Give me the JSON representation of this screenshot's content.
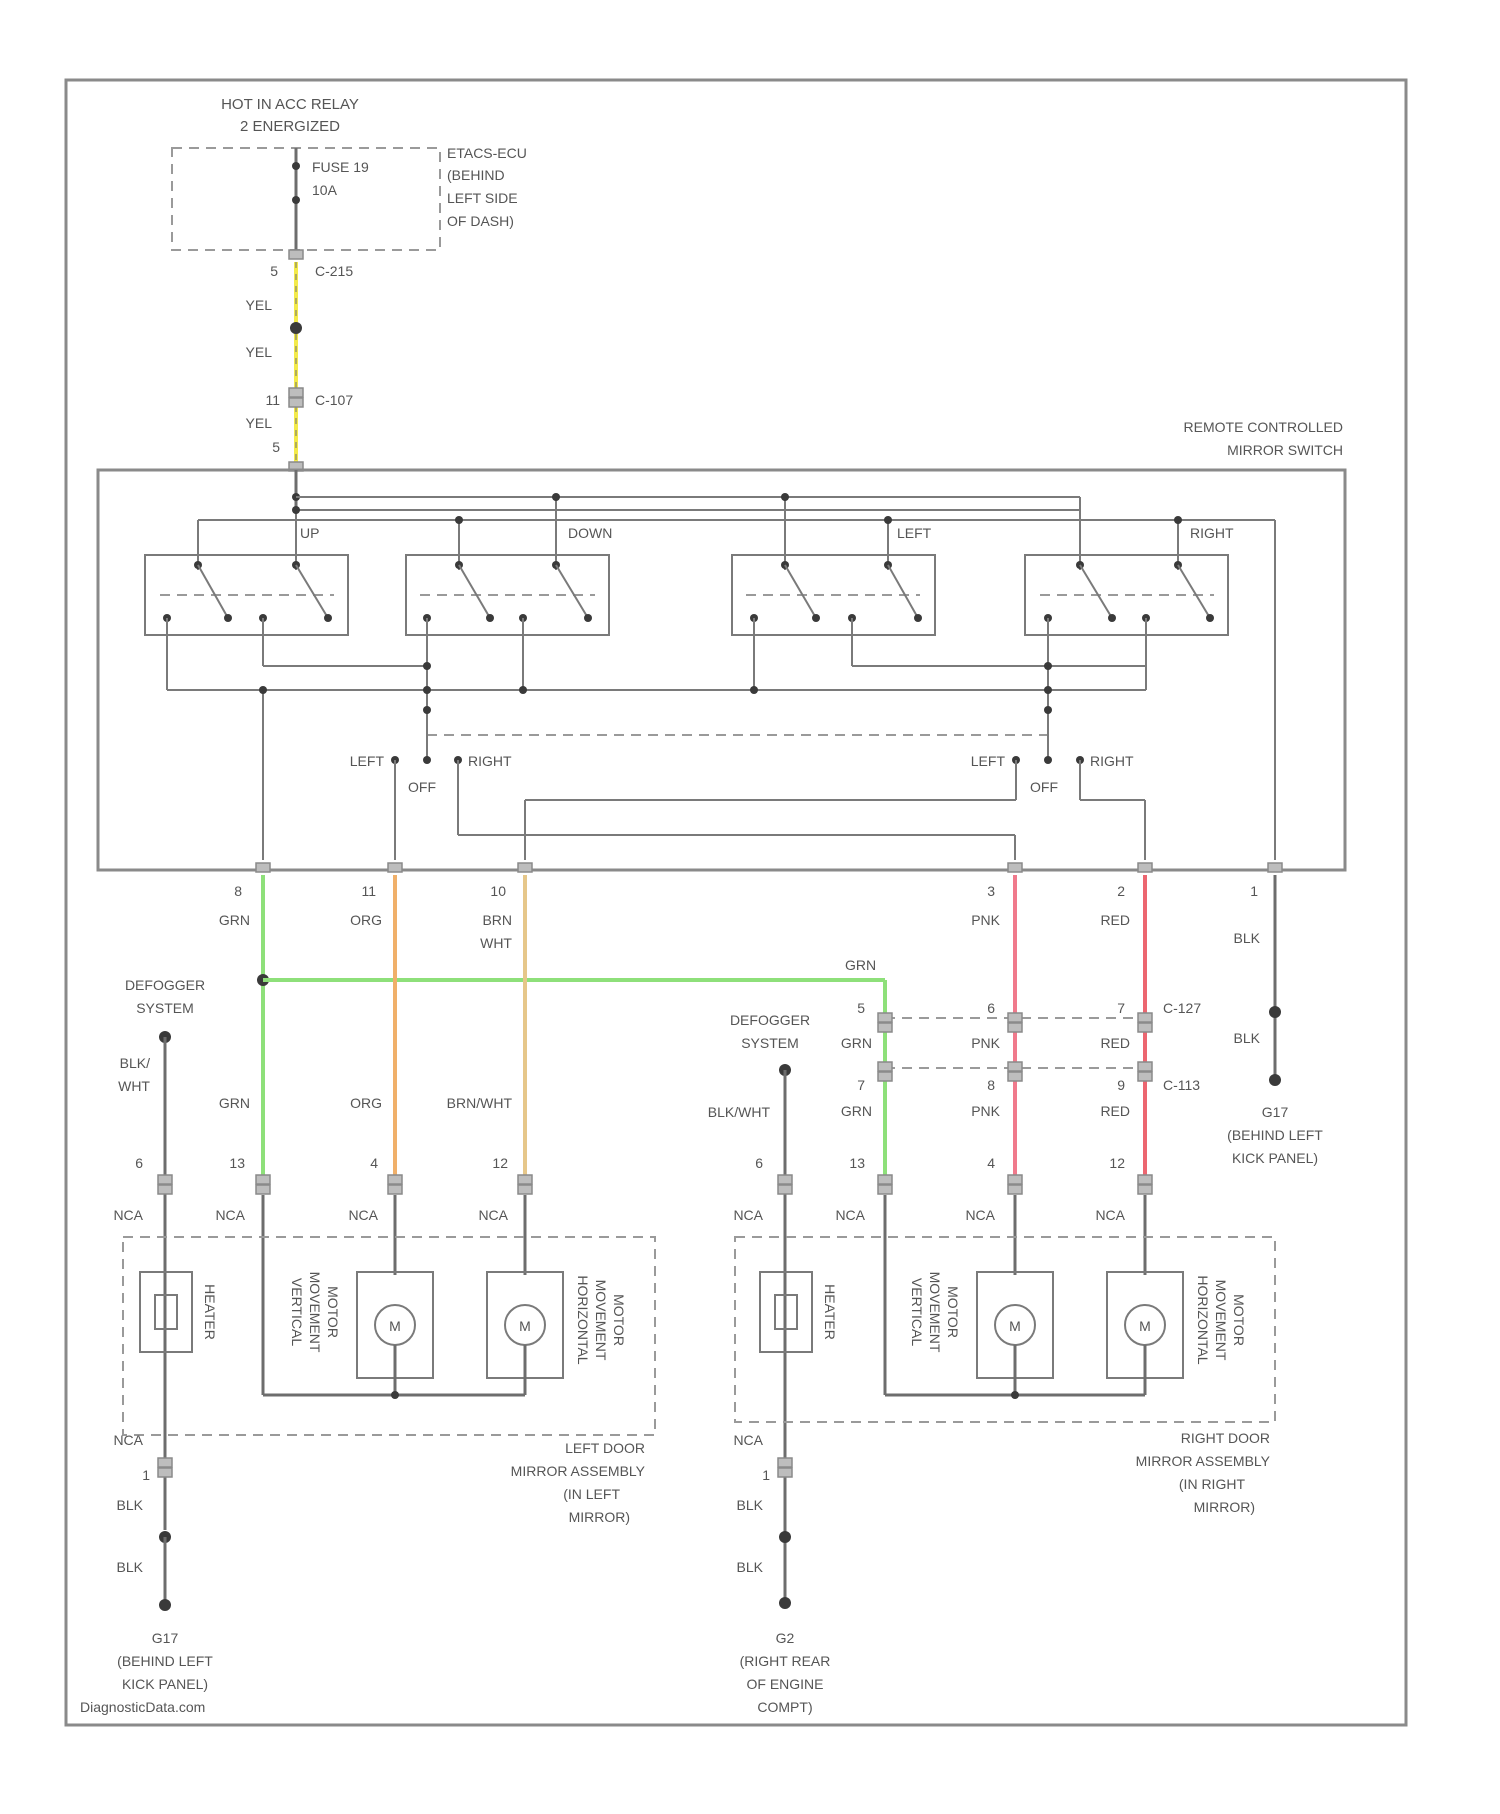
{
  "power_source": {
    "title_line1": "HOT IN ACC RELAY",
    "title_line2": "2 ENERGIZED",
    "fuse_line1": "FUSE 19",
    "fuse_line2": "10A",
    "ecu_line1": "ETACS-ECU",
    "ecu_line2": "(BEHIND",
    "ecu_line3": "LEFT SIDE",
    "ecu_line4": "OF DASH)",
    "pin_top": "5",
    "connector_top": "C-215",
    "pin_mid": "11",
    "connector_mid": "C-107",
    "pin_sw": "5"
  },
  "switch": {
    "title_line1": "REMOTE CONTROLLED",
    "title_line2": "MIRROR SWITCH",
    "up": "UP",
    "down": "DOWN",
    "left": "LEFT",
    "right": "RIGHT",
    "sel_left_1": "LEFT",
    "sel_off_1": "OFF",
    "sel_right_1": "RIGHT",
    "sel_left_2": "LEFT",
    "sel_off_2": "OFF",
    "sel_right_2": "RIGHT"
  },
  "switch_pins": {
    "p1": "8",
    "p2": "11",
    "p3": "10",
    "p4": "3",
    "p5": "2",
    "p6": "1"
  },
  "wire_colors": {
    "grn": "GRN",
    "org": "ORG",
    "brn_wht_1": "BRN",
    "brn_wht_2": "WHT",
    "pnk": "PNK",
    "red": "RED",
    "blk": "BLK",
    "grn_cross": "GRN",
    "grn_left2": "GRN",
    "org2": "ORG",
    "brnwht2": "BRN/WHT",
    "grn_r1": "GRN",
    "grn_r2": "GRN",
    "pnk2": "PNK",
    "pnk3": "PNK",
    "red2": "RED",
    "red3": "RED",
    "blk2": "BLK",
    "blkwht_l_1": "BLK/",
    "blkwht_l_2": "WHT",
    "blkwht_r": "BLK/WHT",
    "nca": "NCA",
    "blk_l1": "BLK",
    "blk_l2": "BLK",
    "blk_r1": "BLK",
    "blk_r2": "BLK"
  },
  "defogger": {
    "left_line1": "DEFOGGER",
    "left_line2": "SYSTEM",
    "right_line1": "DEFOGGER",
    "right_line2": "SYSTEM"
  },
  "connectors": {
    "c127": "C-127",
    "c113": "C-113",
    "pin5": "5",
    "pin6": "6",
    "pin7": "7",
    "pin7b": "7",
    "pin8": "8",
    "pin9": "9"
  },
  "grounds": {
    "g17_top": "G17",
    "g17_top_l1": "(BEHIND LEFT",
    "g17_top_l2": "KICK PANEL)",
    "g17_bot": "G17",
    "g17_bot_l1": "(BEHIND LEFT",
    "g17_bot_l2": "KICK PANEL)",
    "g2": "G2",
    "g2_l1": "(RIGHT REAR",
    "g2_l2": "OF ENGINE",
    "g2_l3": "COMPT)"
  },
  "mirror_pins": {
    "l_heater": "6",
    "l_vert": "13",
    "l_horiz1": "4",
    "l_horiz2": "12",
    "r_heater": "6",
    "r_vert": "13",
    "r_horiz1": "4",
    "r_horiz2": "12",
    "l_gnd": "1",
    "r_gnd": "1"
  },
  "mirrors": {
    "heater": "HEATER",
    "vert_l1": "VERTICAL",
    "vert_l2": "MOVEMENT",
    "vert_l3": "MOTOR",
    "horiz_l1": "HORIZONTAL",
    "horiz_l2": "MOVEMENT",
    "horiz_l3": "MOTOR",
    "m": "M",
    "left_title1": "LEFT DOOR",
    "left_title2": "MIRROR ASSEMBLY",
    "left_title3": "(IN LEFT",
    "left_title4": "MIRROR)",
    "right_title1": "RIGHT DOOR",
    "right_title2": "MIRROR ASSEMBLY",
    "right_title3": "(IN RIGHT",
    "right_title4": "MIRROR)"
  },
  "footer": "DiagnosticData.com",
  "colors": {
    "yellow": "#f3ea4a",
    "green": "#8ee07a",
    "orange": "#f0b06a",
    "tan": "#e6c78a",
    "pink": "#f07a8c",
    "red": "#ec6670",
    "wire": "#6d6d6d"
  }
}
